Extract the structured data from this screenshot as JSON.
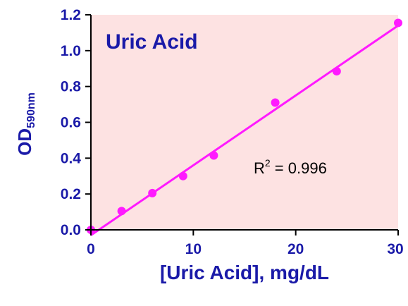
{
  "colors": {
    "text": "#1a1aa8",
    "series": "#ff1aff",
    "plot_bg": "#fde2e2",
    "axis": "#000000",
    "annotation": "#000000"
  },
  "chart_data": {
    "type": "scatter",
    "title": "Uric Acid",
    "xlabel": "[Uric Acid], mg/dL",
    "ylabel": {
      "main": "OD",
      "sub": "590nm"
    },
    "xlim": [
      0,
      30
    ],
    "ylim": [
      0,
      1.2
    ],
    "x_ticks": [
      "0",
      "10",
      "20",
      "30"
    ],
    "y_ticks": [
      "0.0",
      "0.2",
      "0.4",
      "0.6",
      "0.8",
      "1.0",
      "1.2"
    ],
    "grid": false,
    "series": [
      {
        "points": [
          {
            "x": 0,
            "y": 0.0
          },
          {
            "x": 3,
            "y": 0.105
          },
          {
            "x": 6,
            "y": 0.205
          },
          {
            "x": 9,
            "y": 0.3
          },
          {
            "x": 12,
            "y": 0.415
          },
          {
            "x": 18,
            "y": 0.71
          },
          {
            "x": 24,
            "y": 0.885
          },
          {
            "x": 30,
            "y": 1.155
          }
        ],
        "fit_line": {
          "x0": 0,
          "y0": -0.03,
          "x1": 30,
          "y1": 1.14
        }
      }
    ],
    "annotation": {
      "base": "R",
      "sup": "2",
      "rest": " = 0.996"
    }
  }
}
